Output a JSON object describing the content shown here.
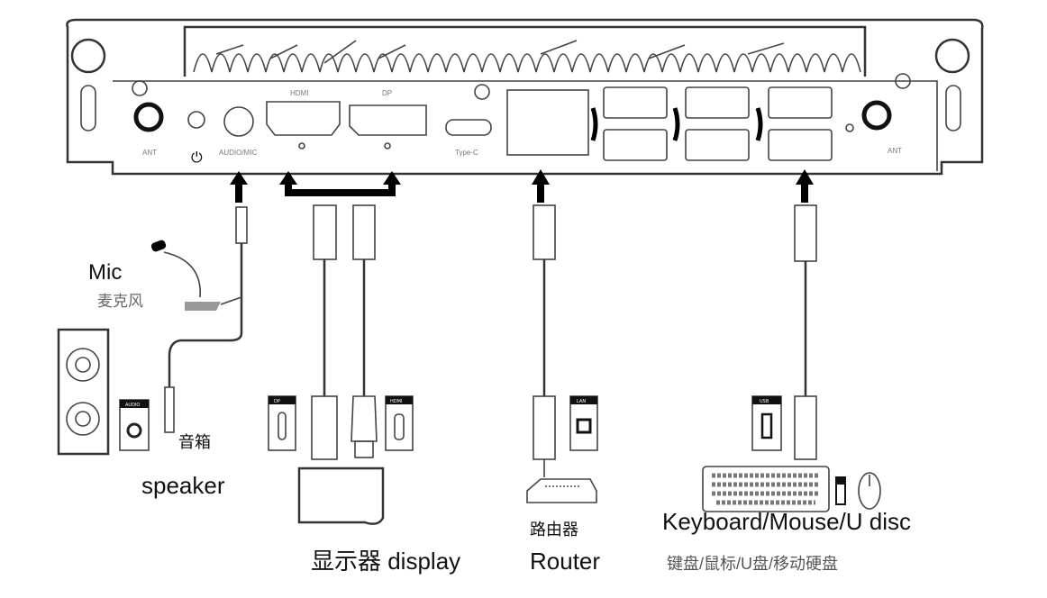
{
  "panel_labels": {
    "ant_left": "ANT",
    "audio_mic": "AUDIO/MIC",
    "hdmi": "HDMI",
    "dp": "DP",
    "type_c": "Type-C",
    "ant_right": "ANT"
  },
  "port_badges": {
    "displayport": "DP",
    "hdmi": "HDMI",
    "lan": "LAN",
    "usb": "USB",
    "audio": "AUDIO"
  },
  "labels": {
    "mic_en": "Mic",
    "mic_cn": "麦克风",
    "speaker_cn": "音箱",
    "speaker_en": "speaker",
    "display": "显示器 display",
    "router_cn": "路由器",
    "router_en": "Router",
    "peripherals_en": "Keyboard/Mouse/U disc",
    "peripherals_cn": "键盘/鼠标/U盘/移动硬盘"
  }
}
